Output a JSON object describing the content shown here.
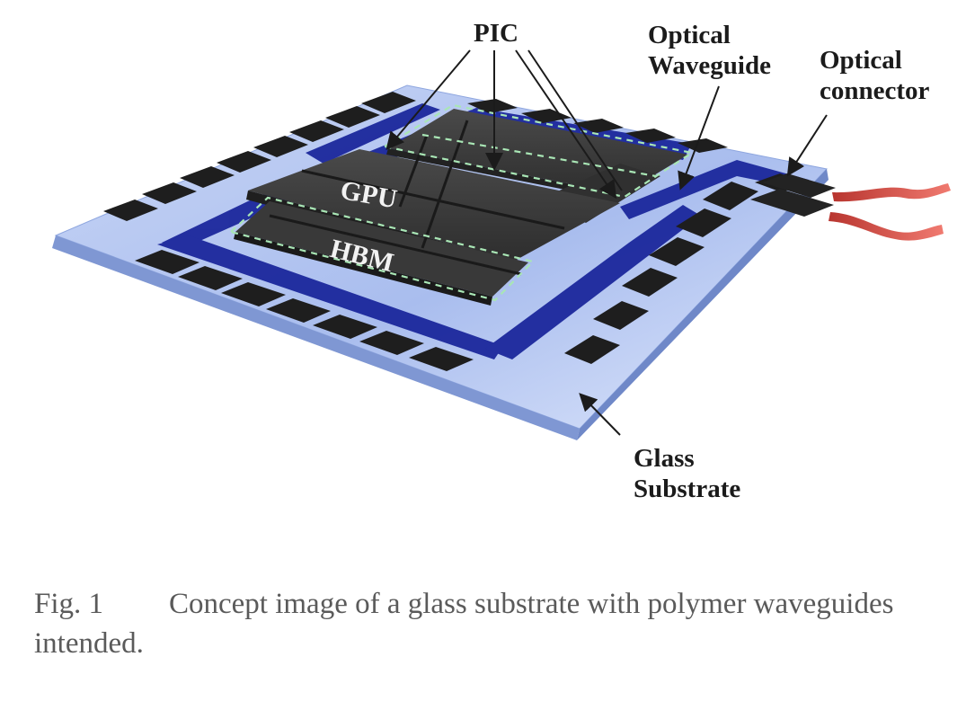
{
  "labels": {
    "pic": "PIC",
    "optical_waveguide": "Optical\nWaveguide",
    "optical_connector": "Optical\nconnector",
    "gpu": "GPU",
    "hbm": "HBM",
    "glass_substrate": "Glass\nSubstrate"
  },
  "caption": {
    "number": "Fig.  1",
    "text": "Concept image of a glass substrate with polymer waveguides intended."
  },
  "colors": {
    "substrate": "#9bb3e6",
    "waveguide": "#17239a",
    "chip": "#3c3c3c",
    "pad": "#1f1f1f",
    "fiber": "#e0574f",
    "dashed_outline": "#a9e6b5"
  }
}
